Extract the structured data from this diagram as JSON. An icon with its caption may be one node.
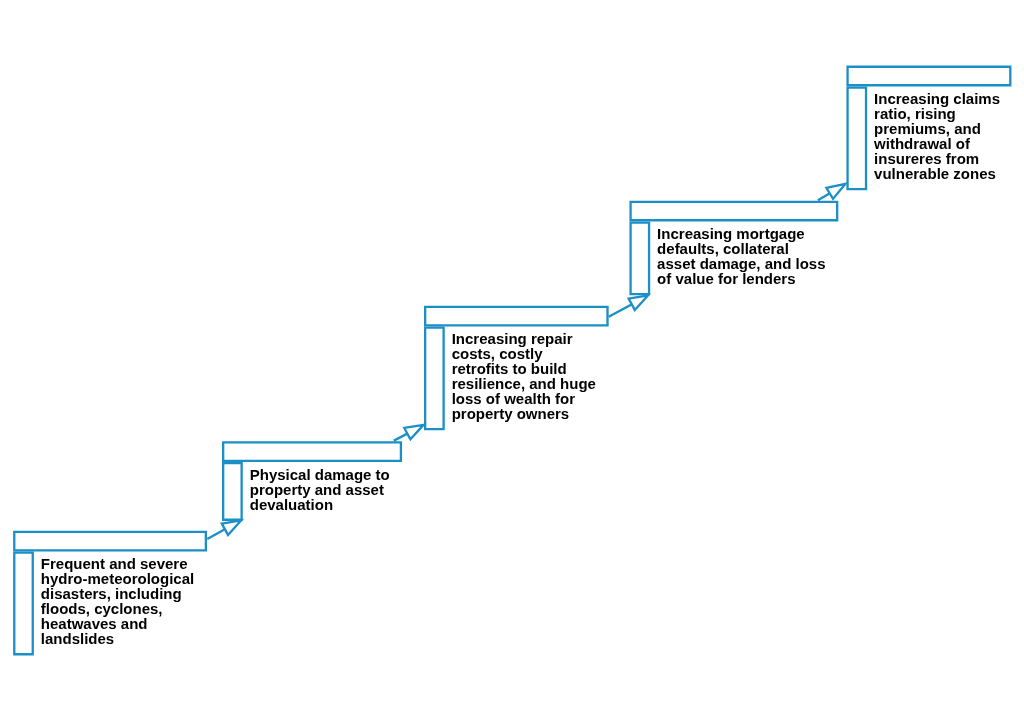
{
  "diagram": {
    "nodes": [
      {
        "text": [
          "Frequent and severe hydro-meteorological disasters, including floods, cyclones, heatwaves and landslides"
        ]
      },
      {
        "text": [
          "Physical damage to property and asset devaluation"
        ]
      },
      {
        "text": [
          "Increasing repair costs, costly retrofits to build resilience, and huge loss of wealth for property owners"
        ]
      },
      {
        "text": [
          "Increasing mortgage defaults, collateral asset damage, and loss of value for lenders"
        ]
      },
      {
        "text": [
          "Increasing claims ratio, rising premiums, and withdrawal of insureres from vulnerable zones"
        ]
      }
    ],
    "edges": [
      {
        "from": 0,
        "to": 1,
        "arrow": "to"
      },
      {
        "from": 1,
        "to": 2,
        "arrow": "to"
      },
      {
        "from": 2,
        "to": 3,
        "arrow": "to"
      },
      {
        "from": 3,
        "to": 4,
        "arrow": "to"
      }
    ]
  }
}
